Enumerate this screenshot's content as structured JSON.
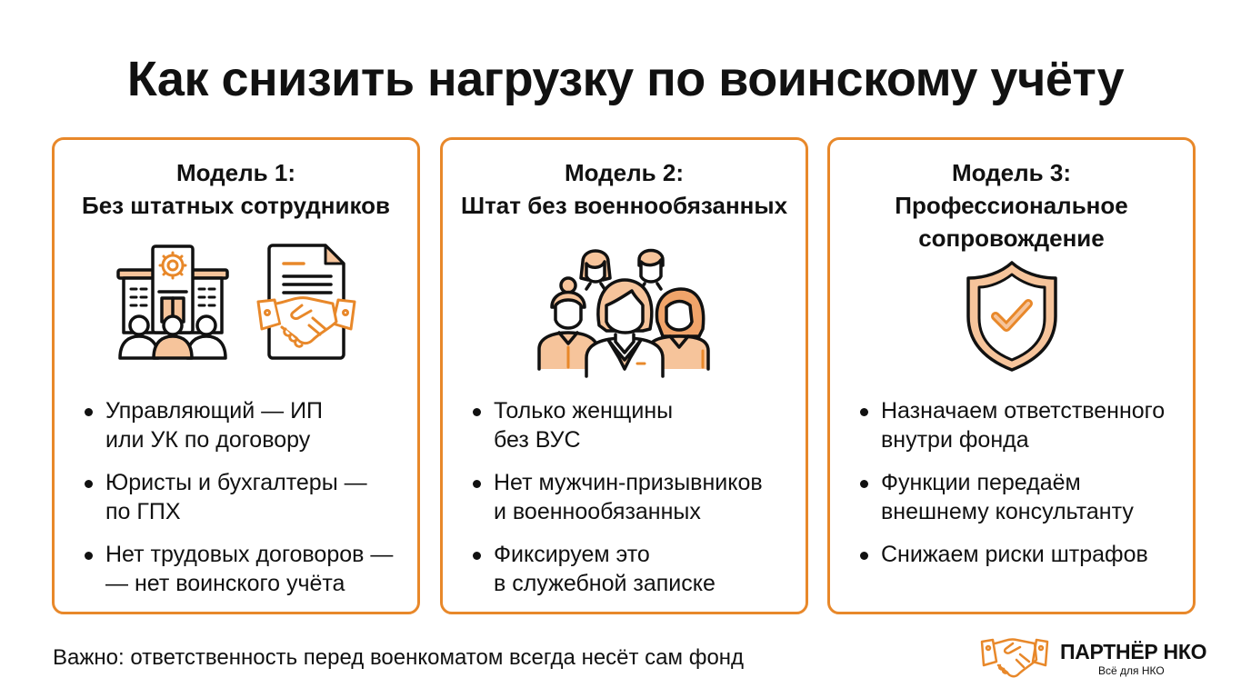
{
  "title": "Как снизить нагрузку по воинскому учёту",
  "colors": {
    "accent": "#E8882A",
    "accent_light": "#F6C49B",
    "text": "#111111",
    "background": "#FFFFFF"
  },
  "cards": [
    {
      "heading_line1": "Модель 1:",
      "heading_line2": "Без штатных сотрудников",
      "icons": [
        "office-building-with-people-icon",
        "contract-handshake-icon"
      ],
      "bullets": [
        {
          "line1": "Управляющий — ИП",
          "line2": "или УК по договору"
        },
        {
          "line1": "Юристы и бухгалтеры —",
          "line2": "по ГПХ"
        },
        {
          "line1": "Нет трудовых договоров —",
          "line2": "— нет воинского учёта"
        }
      ]
    },
    {
      "heading_line1": "Модель 2:",
      "heading_line2": "Штат без военнообязанных",
      "icons": [
        "women-team-icon"
      ],
      "bullets": [
        {
          "line1": "Только женщины",
          "line2": "без ВУС"
        },
        {
          "line1": "Нет мужчин-призывников",
          "line2": "и военнообязанных"
        },
        {
          "line1": "Фиксируем это",
          "line2": "в служебной записке"
        }
      ]
    },
    {
      "heading_line1": "Модель 3:",
      "heading_line2": "Профессиональное",
      "heading_line3": "сопровождение",
      "icons": [
        "shield-check-icon"
      ],
      "bullets": [
        {
          "line1": "Назначаем ответственного",
          "line2": "внутри фонда"
        },
        {
          "line1": "Функции передаём",
          "line2": "внешнему консультанту"
        },
        {
          "line1": "Снижаем риски штрафов",
          "line2": ""
        }
      ]
    }
  ],
  "footnote": "Важно: ответственность перед военкоматом всегда несёт сам фонд",
  "brand": {
    "name": "ПАРТНЁР НКО",
    "tagline": "Всё для НКО",
    "icon": "handshake-icon"
  }
}
